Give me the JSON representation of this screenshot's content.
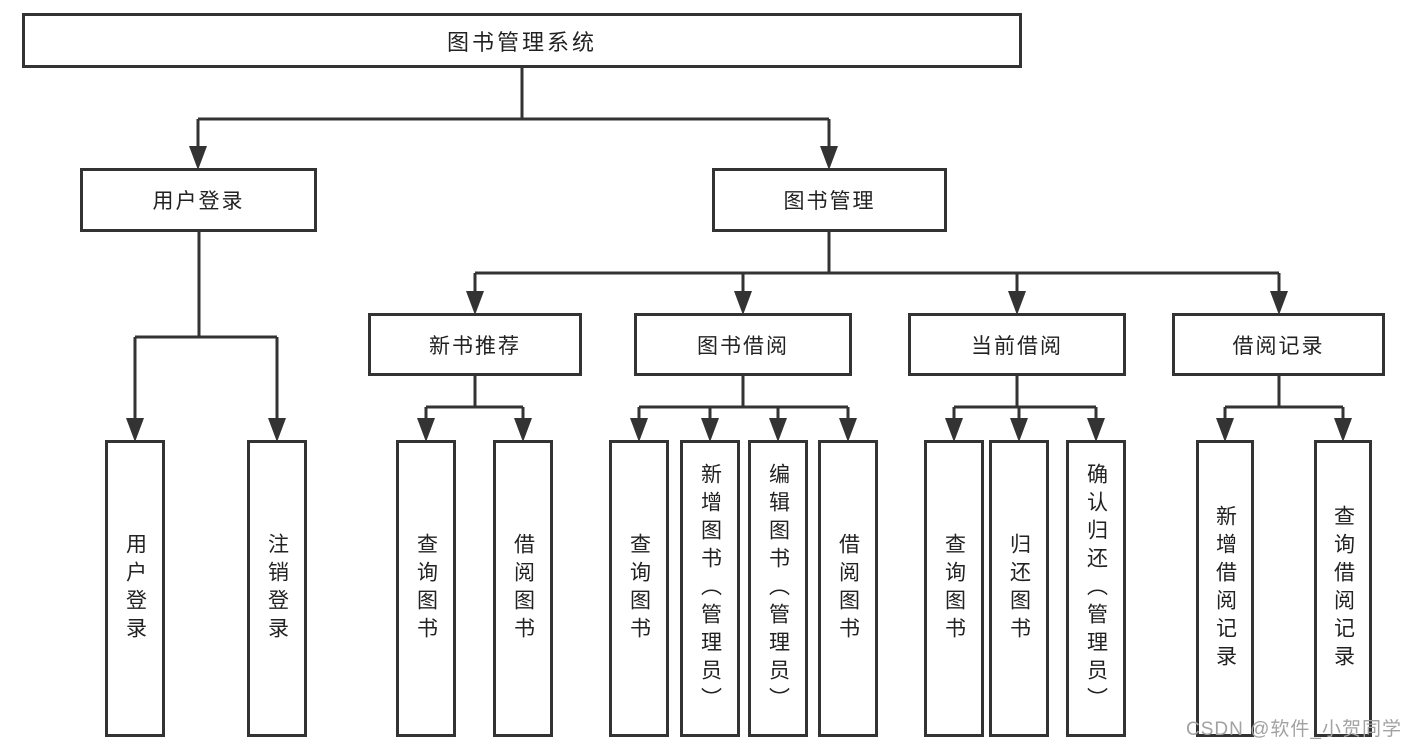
{
  "diagram_title": "图书管理系统",
  "tree": {
    "root": {
      "label": "图书管理系统",
      "children": [
        {
          "label": "用户登录",
          "children": [
            {
              "label": "用户登录"
            },
            {
              "label": "注销登录"
            }
          ]
        },
        {
          "label": "图书管理",
          "children": [
            {
              "label": "新书推荐",
              "children": [
                {
                  "label": "查询图书"
                },
                {
                  "label": "借阅图书"
                }
              ]
            },
            {
              "label": "图书借阅",
              "children": [
                {
                  "label": "查询图书"
                },
                {
                  "label": "新增图书（管理员）"
                },
                {
                  "label": "编辑图书（管理员）"
                },
                {
                  "label": "借阅图书"
                }
              ]
            },
            {
              "label": "当前借阅",
              "children": [
                {
                  "label": "查询图书"
                },
                {
                  "label": "归还图书"
                },
                {
                  "label": "确认归还（管理员）"
                }
              ]
            },
            {
              "label": "借阅记录",
              "children": [
                {
                  "label": "新增借阅记录"
                },
                {
                  "label": "查询借阅记录"
                }
              ]
            }
          ]
        }
      ]
    }
  },
  "watermark": "CSDN @软件_小贺同学",
  "colors": {
    "line": "#333333",
    "box_border": "#333333",
    "text": "#222222",
    "watermark": "#a2a2a2",
    "background": "#ffffff"
  }
}
